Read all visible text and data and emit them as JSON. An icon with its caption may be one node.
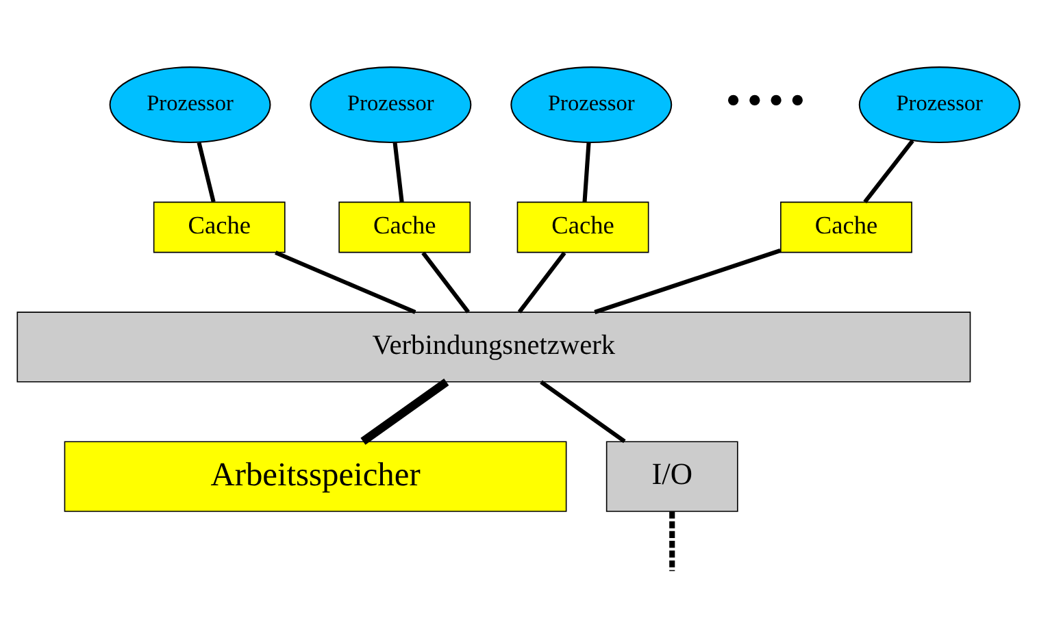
{
  "diagram": {
    "nodes": [
      {
        "text": [
          "Prozessor"
        ]
      },
      {
        "text": [
          "Prozessor"
        ]
      },
      {
        "text": [
          "Prozessor"
        ]
      },
      {
        "text": [
          "Prozessor"
        ]
      },
      {
        "text": [
          "Cache"
        ]
      },
      {
        "text": [
          "Cache"
        ]
      },
      {
        "text": [
          "Cache"
        ]
      },
      {
        "text": [
          "Cache"
        ]
      },
      {
        "text": [
          "Verbindungsnetzwerk"
        ]
      },
      {
        "text": [
          "Arbeitsspeicher"
        ]
      },
      {
        "text": [
          "I/O"
        ]
      }
    ],
    "edges": [
      {
        "from": 0,
        "to": 4,
        "arrow": "none"
      },
      {
        "from": 1,
        "to": 5,
        "arrow": "none"
      },
      {
        "from": 2,
        "to": 6,
        "arrow": "none"
      },
      {
        "from": 3,
        "to": 7,
        "arrow": "none"
      },
      {
        "from": 4,
        "to": 8,
        "arrow": "none"
      },
      {
        "from": 5,
        "to": 8,
        "arrow": "none"
      },
      {
        "from": 6,
        "to": 8,
        "arrow": "none"
      },
      {
        "from": 7,
        "to": 8,
        "arrow": "none"
      },
      {
        "from": 8,
        "to": 9,
        "arrow": "none",
        "style": "thick"
      },
      {
        "from": 8,
        "to": 10,
        "arrow": "none"
      },
      {
        "from": 10,
        "to": null,
        "arrow": "none",
        "style": "dashed"
      }
    ],
    "labels": [
      "••••"
    ]
  }
}
